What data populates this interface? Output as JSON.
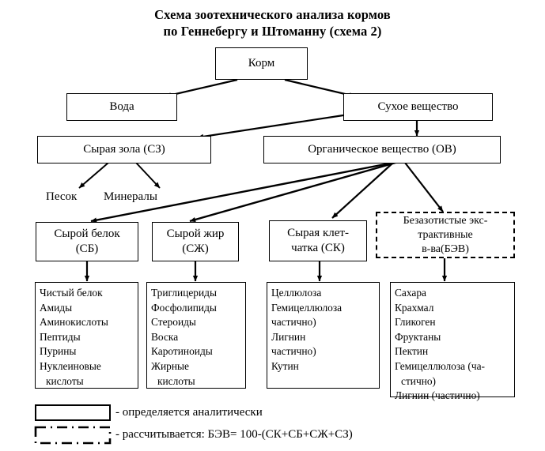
{
  "title": {
    "line1": "Схема зоотехнического анализа кормов",
    "line2": "по Геннебергу и Штоманну (схема 2)"
  },
  "nodes": {
    "feed": "Корм",
    "water": "Вода",
    "dry_matter": "Сухое вещество",
    "crude_ash": "Сырая зола (СЗ)",
    "organic_matter": "Органическое вещество (ОВ)",
    "sand": "Песок",
    "minerals": "Минералы",
    "crude_protein_l1": "Сырой белок",
    "crude_protein_l2": "(СБ)",
    "crude_fat_l1": "Сырой жир",
    "crude_fat_l2": "(СЖ)",
    "crude_fiber_l1": "Сырая клет-",
    "crude_fiber_l2": "чатка (СК)",
    "nfe_l1": "Безазотистые экс-",
    "nfe_l2": "трактивные",
    "nfe_l3": "в-ва(БЭВ)"
  },
  "lists": {
    "protein": [
      "Чистый белок",
      "Амиды",
      "Аминокислоты",
      "Пептиды",
      "Пурины",
      "Нуклеиновые",
      "кислоты"
    ],
    "fat": [
      "Триглицериды",
      "Фосфолипиды",
      "Стероиды",
      "Воска",
      "Каротиноиды",
      "Жирные",
      "кислоты"
    ],
    "fiber": [
      "Целлюлоза",
      "Гемицеллюлоза",
      "частично)",
      "Лигнин",
      "частично)",
      "Кутин"
    ],
    "nfe": [
      "Сахара",
      "Крахмал",
      "Гликоген",
      "Фруктаны",
      "Пектин",
      "Гемицеллюлоза (ча-",
      "стично)",
      "Лигнин (частично)"
    ]
  },
  "legend": {
    "solid_text": "- определяется  аналитически",
    "dashdot_text": "- рассчитывается: БЭВ= 100-(СК+СБ+СЖ+СЗ)"
  },
  "colors": {
    "stroke": "#000000",
    "background": "#ffffff",
    "text": "#000000"
  }
}
